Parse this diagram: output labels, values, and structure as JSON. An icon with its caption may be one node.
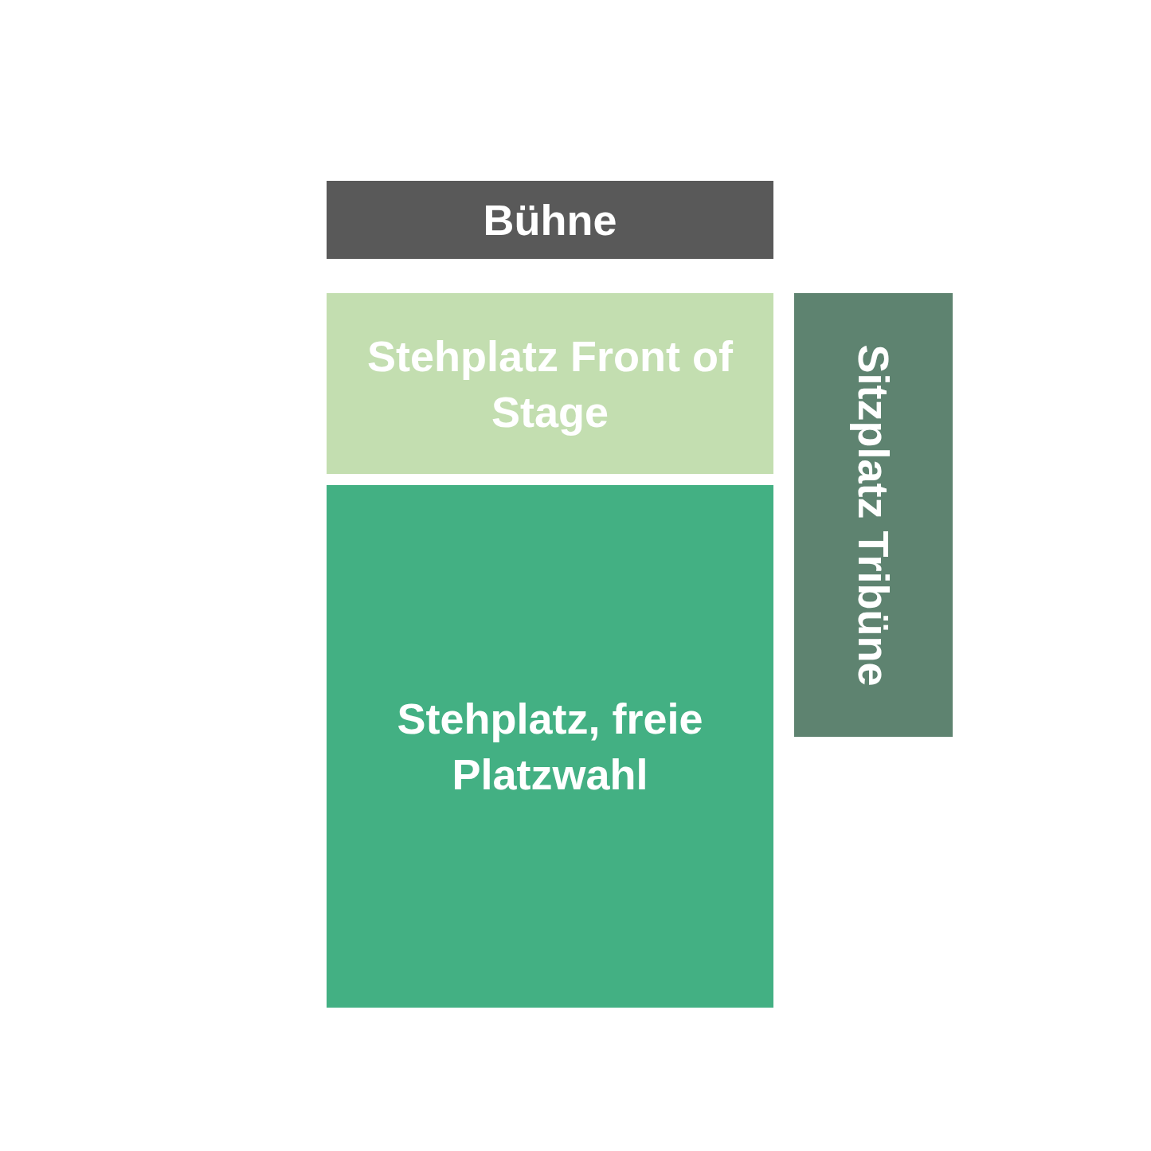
{
  "diagram": {
    "nodes": [
      {
        "text": [
          "Bühne"
        ]
      },
      {
        "text": [
          "Stehplatz Front of Stage"
        ]
      },
      {
        "text": [
          "Stehplatz, freie Platzwahl"
        ]
      },
      {
        "text": [
          "Sitzplatz Tribüne"
        ]
      }
    ]
  }
}
